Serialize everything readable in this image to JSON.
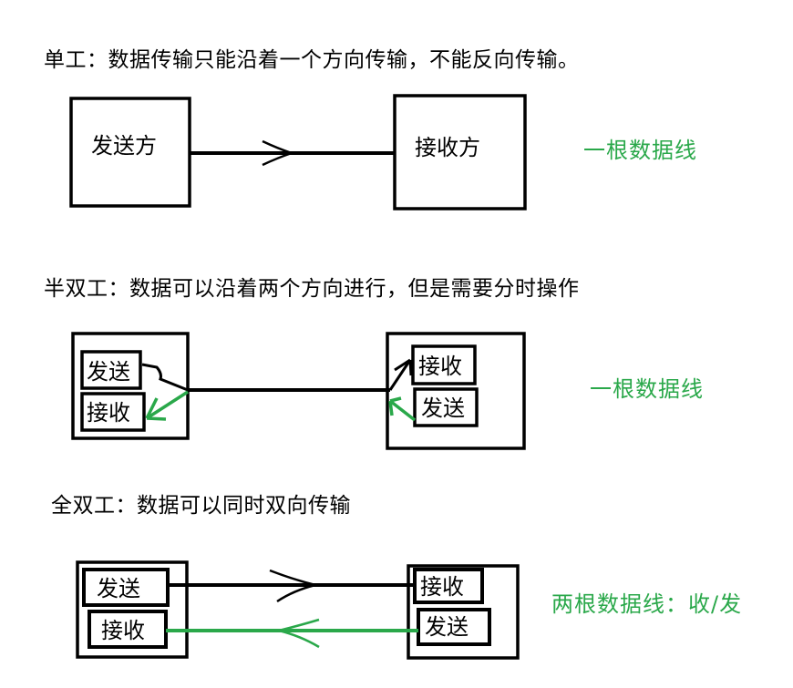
{
  "sections": {
    "simplex": {
      "heading": "单工：数据传输只能沿着一个方向传输，不能反向传输。",
      "sender": "发送方",
      "receiver": "接收方",
      "note": "一根数据线"
    },
    "half_duplex": {
      "heading": "半双工：数据可以沿着两个方向进行，但是需要分时操作",
      "left_send": "发送",
      "left_recv": "接收",
      "right_recv": "接收",
      "right_send": "发送",
      "note": "一根数据线"
    },
    "full_duplex": {
      "heading": "全双工：数据可以同时双向传输",
      "left_send": "发送",
      "left_recv": "接收",
      "right_recv": "接收",
      "right_send": "发送",
      "note": "两根数据线：收/发"
    }
  },
  "colors": {
    "line": "#000000",
    "accent": "#2aa84a"
  }
}
